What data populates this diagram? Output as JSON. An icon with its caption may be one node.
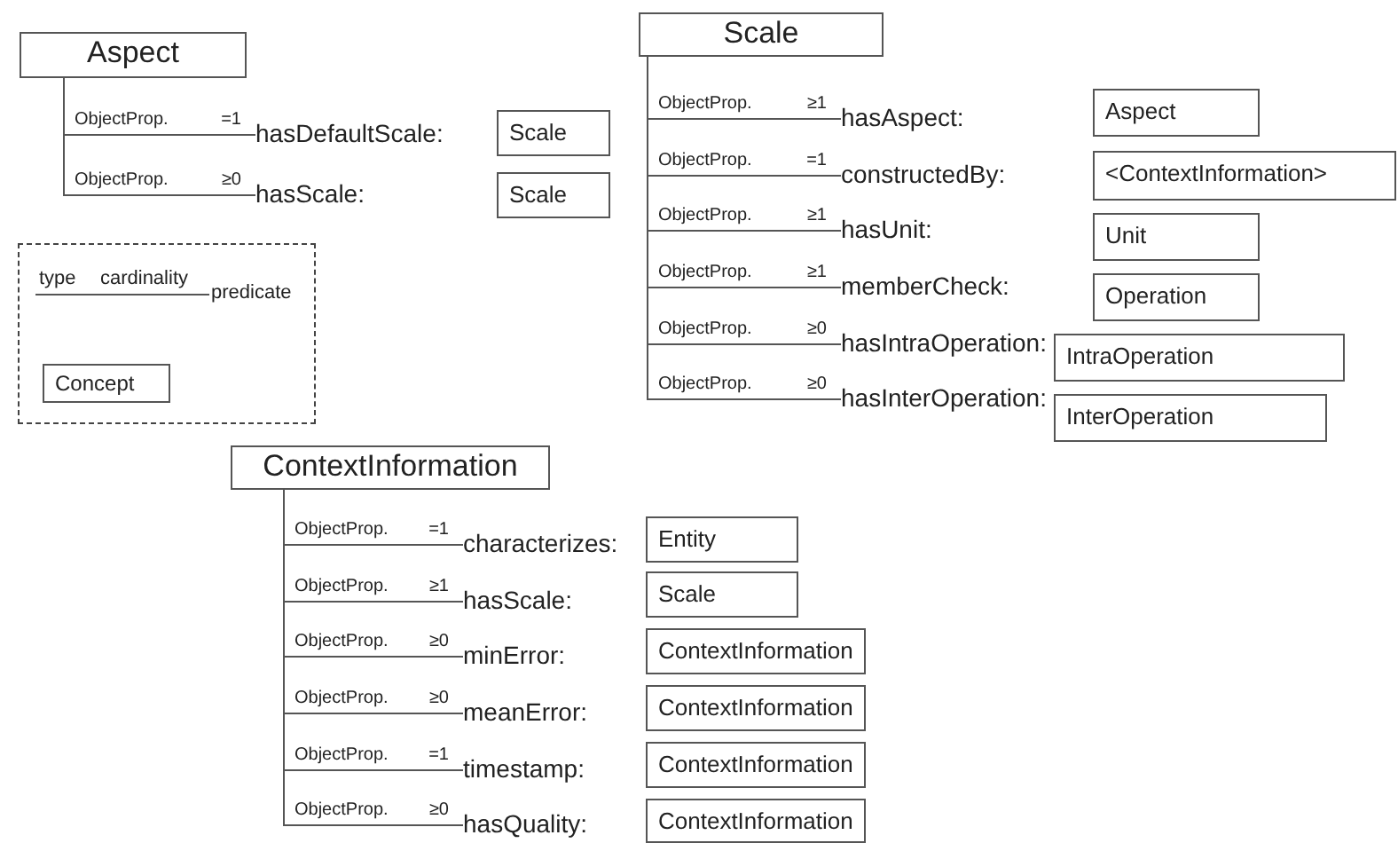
{
  "diagram": {
    "nodes": [
      {
        "text": [
          "Aspect"
        ]
      },
      {
        "text": [
          "hasDefaultScale:"
        ]
      },
      {
        "text": [
          "Scale"
        ]
      },
      {
        "text": [
          "hasScale:"
        ]
      },
      {
        "text": [
          "Scale"
        ]
      },
      {
        "text": [
          "Scale"
        ]
      },
      {
        "text": [
          "hasAspect:"
        ]
      },
      {
        "text": [
          "Aspect"
        ]
      },
      {
        "text": [
          "constructedBy:"
        ]
      },
      {
        "text": [
          "<ContextInformation>"
        ]
      },
      {
        "text": [
          "hasUnit:"
        ]
      },
      {
        "text": [
          "Unit"
        ]
      },
      {
        "text": [
          "memberCheck:"
        ]
      },
      {
        "text": [
          "Operation"
        ]
      },
      {
        "text": [
          "hasIntraOperation:"
        ]
      },
      {
        "text": [
          "IntraOperation"
        ]
      },
      {
        "text": [
          "hasInterOperation:"
        ]
      },
      {
        "text": [
          "InterOperation"
        ]
      },
      {
        "text": [],
        "shape": "box"
      },
      {
        "text": [
          "predicate"
        ],
        "in": 18
      },
      {
        "text": [
          "Concept"
        ],
        "in": 18
      },
      {
        "text": [
          "ContextInformation"
        ]
      },
      {
        "text": [
          "characterizes:"
        ]
      },
      {
        "text": [
          "Entity"
        ]
      },
      {
        "text": [
          "hasScale:"
        ]
      },
      {
        "text": [
          "Scale"
        ]
      },
      {
        "text": [
          "minError:"
        ]
      },
      {
        "text": [
          "ContextInformation"
        ]
      },
      {
        "text": [
          "meanError:"
        ]
      },
      {
        "text": [
          "ContextInformation"
        ]
      },
      {
        "text": [
          "timestamp:"
        ]
      },
      {
        "text": [
          "ContextInformation"
        ]
      },
      {
        "text": [
          "hasQuality:"
        ]
      },
      {
        "text": [
          "ContextInformation"
        ]
      }
    ],
    "edges": [
      {
        "from": 0,
        "to": 1,
        "arrow": "none",
        "label": "ObjectProp. =1"
      },
      {
        "from": 0,
        "to": 3,
        "arrow": "none",
        "label": "ObjectProp. ≥0"
      },
      {
        "from": 5,
        "to": 6,
        "arrow": "none",
        "label": "ObjectProp. ≥1"
      },
      {
        "from": 5,
        "to": 8,
        "arrow": "none",
        "label": "ObjectProp. =1"
      },
      {
        "from": 5,
        "to": 10,
        "arrow": "none",
        "label": "ObjectProp. ≥1"
      },
      {
        "from": 5,
        "to": 12,
        "arrow": "none",
        "label": "ObjectProp. ≥1"
      },
      {
        "from": 5,
        "to": 14,
        "arrow": "none",
        "label": "ObjectProp. ≥0"
      },
      {
        "from": 5,
        "to": 16,
        "arrow": "none",
        "label": "ObjectProp. ≥0"
      },
      {
        "from": null,
        "to": 19,
        "arrow": "none",
        "label": "type cardinality"
      },
      {
        "from": 21,
        "to": 22,
        "arrow": "none",
        "label": "ObjectProp. =1"
      },
      {
        "from": 21,
        "to": 24,
        "arrow": "none",
        "label": "ObjectProp. ≥1"
      },
      {
        "from": 21,
        "to": 26,
        "arrow": "none",
        "label": "ObjectProp. ≥0"
      },
      {
        "from": 21,
        "to": 28,
        "arrow": "none",
        "label": "ObjectProp. ≥0"
      },
      {
        "from": 21,
        "to": 30,
        "arrow": "none",
        "label": "ObjectProp. =1"
      },
      {
        "from": 21,
        "to": 32,
        "arrow": "none",
        "label": "ObjectProp. ≥0"
      }
    ]
  }
}
